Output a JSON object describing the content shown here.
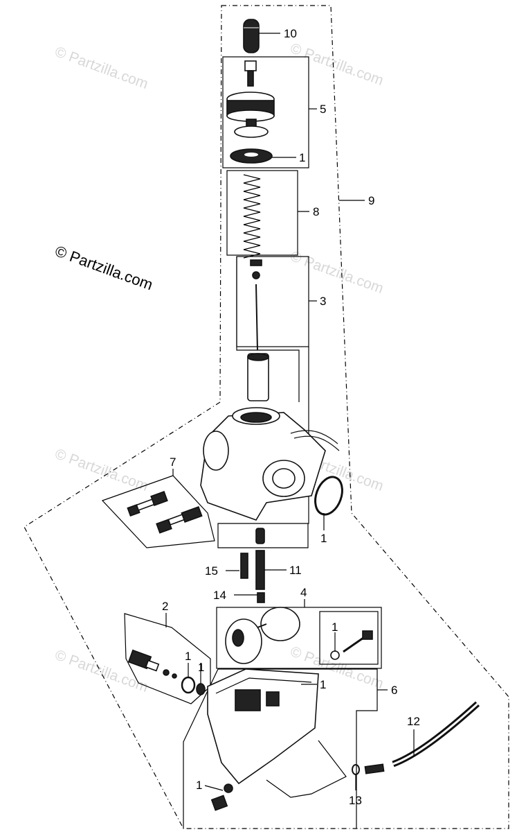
{
  "watermark": {
    "main": "© Partzilla.com",
    "repeat": "© Partzilla.com"
  },
  "callouts": {
    "c10": "10",
    "c5": "5",
    "c1_top": "1",
    "c9": "9",
    "c8": "8",
    "c3": "3",
    "c7": "7",
    "c1_oring": "1",
    "c15": "15",
    "c11": "11",
    "c14": "14",
    "c4": "4",
    "c2": "2",
    "c1_float": "1",
    "c1_jet_a": "1",
    "c1_jet_b": "1",
    "c1_bowl": "1",
    "c6": "6",
    "c12": "12",
    "c1_drain": "1",
    "c13": "13"
  },
  "colors": {
    "ink": "#000000",
    "watermark": "#d8d8d8",
    "background": "#ffffff"
  }
}
